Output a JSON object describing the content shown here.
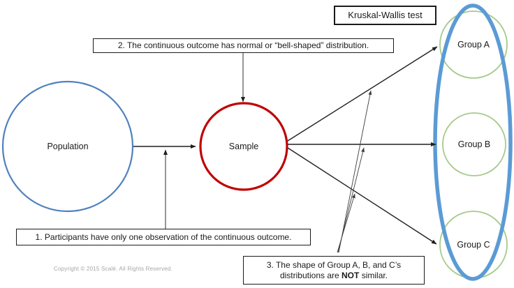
{
  "header": {
    "test_box_label": "Kruskal-Wallis test"
  },
  "nodes": {
    "population": "Population",
    "sample": "Sample",
    "group_a": "Group A",
    "group_b": "Group B",
    "group_c": "Group C"
  },
  "assumptions": {
    "a1": "1. Participants have only one observation of the continuous outcome.",
    "a2": "2. The continuous outcome has normal or “bell-shaped” distribution.",
    "a3_line1": "3.  The shape of Group A, B, and C’s",
    "a3_line2_pre": "distributions are ",
    "a3_line2_bold": "NOT",
    "a3_line2_post": " similar."
  },
  "footer": {
    "copyright": "Copyright © 2015 Scalë. All Rights Reserved."
  },
  "colors": {
    "population-blue": "#4f81bd",
    "ellipse-blue": "#5b9bd5",
    "group-green": "#a6ca8a",
    "sample-red": "#c00000",
    "line": "#1f1f1f",
    "thin-line": "#3f3f3f",
    "box-border": "#1a1a1a",
    "text": "#1a1a1a",
    "muted": "#a6a6a6"
  }
}
